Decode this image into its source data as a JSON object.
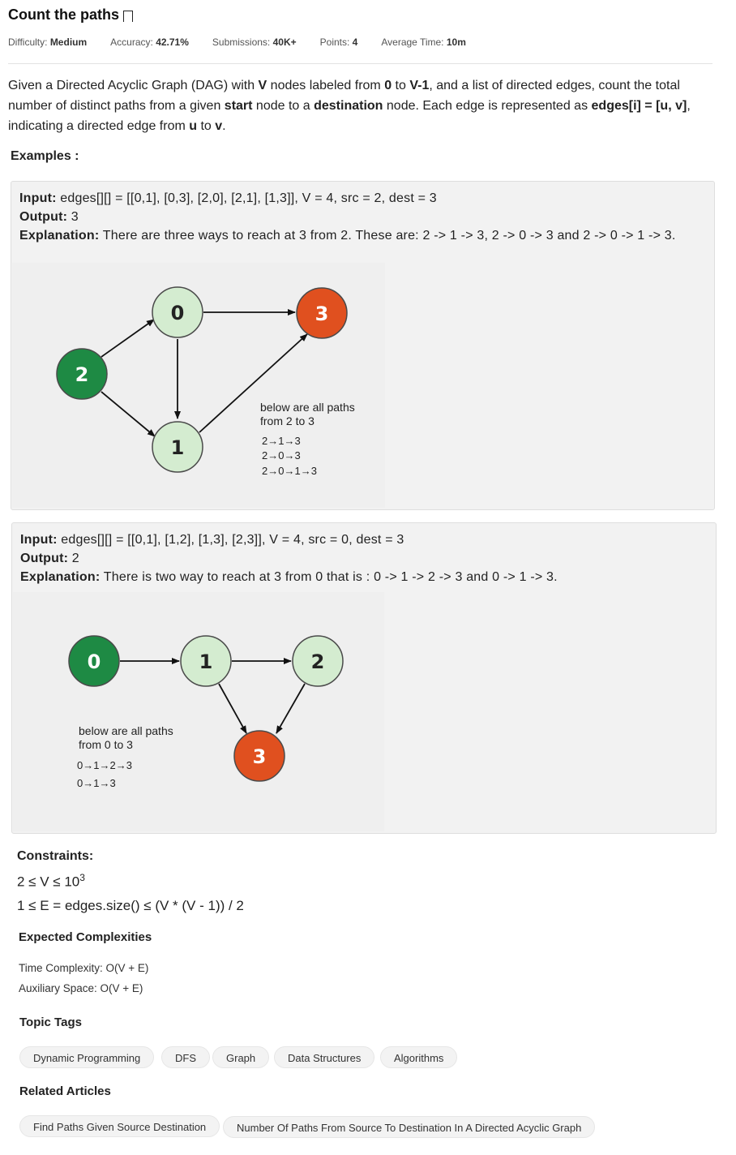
{
  "problem": {
    "title": "Count the paths",
    "meta": {
      "difficulty_label": "Difficulty:",
      "difficulty": "Medium",
      "accuracy_label": "Accuracy:",
      "accuracy": "42.71%",
      "submissions_label": "Submissions:",
      "submissions": "40K+",
      "points_label": "Points:",
      "points": "4",
      "time_label": "Average Time:",
      "time": "10m"
    },
    "desc": {
      "p1": "Given a Directed Acyclic Graph (DAG) with ",
      "b1": "V",
      "p2": " nodes labeled from ",
      "b2": "0",
      "p3": " to ",
      "b3": "V-1",
      "p4": ", and a list of directed edges, count the total number of distinct paths from a given ",
      "b4": "start",
      "p5": " node to a ",
      "b5": "destination",
      "p6": " node. Each edge is represented as ",
      "b6": "edges[i] = [u, v]",
      "p7": ", indicating a directed edge from ",
      "b7": "u",
      "p8": " to ",
      "b8": "v",
      "p9": "."
    },
    "examples_heading": "Examples :",
    "examples": [
      {
        "input_label": "Input:",
        "input": " edges[][] = [[0,1], [0,3], [2,0], [2,1], [1,3]], V = 4, src = 2, dest = 3",
        "output_label": "Output:",
        "output": " 3",
        "explanation_label": "Explanation:",
        "explanation": " There are three ways to reach at 3 from 2. These are: 2 -> 1 -> 3, 2 -> 0 -> 3 and 2 -> 0 -> 1 -> 3.",
        "graph": {
          "nodes": [
            "0",
            "3",
            "2",
            "1"
          ],
          "caption_line1": "below are all paths",
          "caption_line2": "from 2 to 3",
          "paths": [
            "2→1→3",
            "2→0→3",
            "2→0→1→3"
          ]
        }
      },
      {
        "input_label": "Input:",
        "input": " edges[][] = [[0,1], [1,2], [1,3], [2,3]], V = 4, src = 0, dest = 3",
        "output_label": "Output:",
        "output": " 2",
        "explanation_label": "Explanation:",
        "explanation": " There is two way to reach at 3 from 0 that is : 0 -> 1 -> 2 -> 3 and 0 -> 1 -> 3.",
        "graph": {
          "nodes": [
            "0",
            "1",
            "2",
            "3"
          ],
          "caption_line1": "below are all paths",
          "caption_line2": "from 0 to 3",
          "paths": [
            "0→1→2→3",
            "0→1→3"
          ]
        }
      }
    ],
    "constraints_heading": "Constraints:",
    "constraint1_pre": "2 ≤ V ≤ 10",
    "constraint1_sup": "3",
    "constraint2": "1 ≤  E = edges.size() ≤ (V * (V - 1)) / 2",
    "expected_heading": "Expected Complexities",
    "time_complexity": "Time Complexity: O(V + E)",
    "aux_space": "Auxiliary Space: O(V + E)",
    "topic_heading": "Topic Tags",
    "topic_tags": [
      "Dynamic Programming",
      "DFS",
      "Graph",
      "Data Structures",
      "Algorithms"
    ],
    "related_heading": "Related Articles",
    "related_articles": [
      "Find Paths Given Source Destination",
      "Number Of Paths From Source To Destination In A Directed Acyclic Graph"
    ]
  },
  "colors": {
    "node_light": "#d4ecd0",
    "node_dark": "#1e8a44",
    "node_dest": "#e0501f",
    "node_stroke": "#4a4a4a"
  }
}
